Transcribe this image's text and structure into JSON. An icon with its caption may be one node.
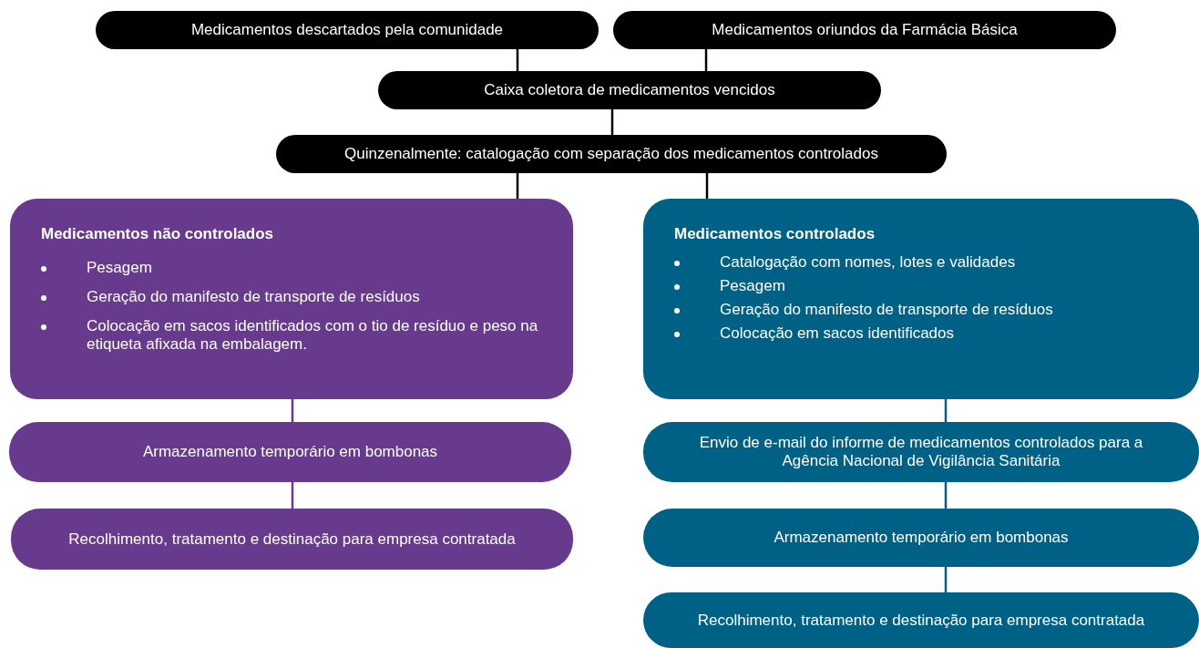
{
  "diagram": {
    "nodes": [
      {
        "text": [
          "Medicamentos descartados pela comunidade"
        ]
      },
      {
        "text": [
          "Medicamentos oriundos da Farmácia Básica"
        ]
      },
      {
        "text": [
          "Caixa coletora de medicamentos vencidos"
        ]
      },
      {
        "text": [
          "Quinzenalmente: catalogação com separação dos medicamentos controlados"
        ]
      },
      {
        "text": [
          "Medicamentos não controlados",
          "Pesagem",
          "Geração do manifesto de transporte de resíduos",
          "Colocação em sacos identificados com o tio de resíduo e peso na etiqueta afixada na embalagem."
        ]
      },
      {
        "text": [
          "Medicamentos controlados",
          "Catalogação com nomes, lotes e validades",
          "Pesagem",
          "Geração do manifesto de transporte de resíduos",
          "Colocação em sacos identificados"
        ]
      },
      {
        "text": [
          "Armazenamento temporário em bombonas"
        ]
      },
      {
        "text": [
          "Recolhimento, tratamento e destinação para empresa contratada"
        ]
      },
      {
        "text": [
          "Envio de e-mail do informe de medicamentos controlados para a Agência Nacional de Vigilância Sanitária"
        ]
      },
      {
        "text": [
          "Armazenamento temporário em bombonas"
        ]
      },
      {
        "text": [
          "Recolhimento, tratamento e destinação para empresa contratada"
        ]
      }
    ],
    "edges": [
      {
        "from": 0,
        "to": 2,
        "arrow": "none"
      },
      {
        "from": 1,
        "to": 2,
        "arrow": "none"
      },
      {
        "from": 2,
        "to": 3,
        "arrow": "none"
      },
      {
        "from": 3,
        "to": 4,
        "arrow": "none"
      },
      {
        "from": 3,
        "to": 5,
        "arrow": "none"
      },
      {
        "from": 4,
        "to": 6,
        "arrow": "none",
        "color": "#673a8e"
      },
      {
        "from": 6,
        "to": 7,
        "arrow": "none",
        "color": "#673a8e"
      },
      {
        "from": 5,
        "to": 8,
        "arrow": "none",
        "color": "#006186"
      },
      {
        "from": 8,
        "to": 9,
        "arrow": "none",
        "color": "#006186"
      },
      {
        "from": 9,
        "to": 10,
        "arrow": "none",
        "color": "#006186"
      }
    ]
  }
}
